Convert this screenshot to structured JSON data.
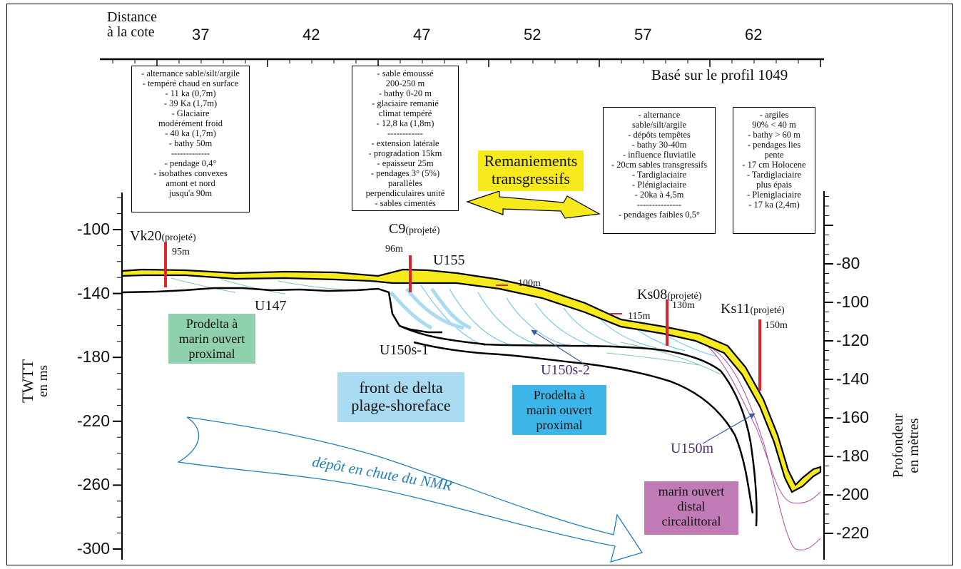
{
  "top_axis": {
    "label_line1": "Distance",
    "label_line2": "à la cote",
    "ticks": [
      "37",
      "42",
      "47",
      "52",
      "57",
      "62"
    ],
    "source": "Basé sur le profil 1049"
  },
  "left_axis": {
    "label_line1": "TWTT",
    "label_line2": "en ms",
    "ticks": [
      "-100",
      "-140",
      "-180",
      "-220",
      "-260",
      "-300"
    ]
  },
  "right_axis": {
    "label_line1": "Profondeur",
    "label_line2": "en mètres",
    "ticks": [
      "-80",
      "-100",
      "-120",
      "-140",
      "-160",
      "-180",
      "-200",
      "-220"
    ]
  },
  "notes": [
    {
      "lines": [
        "- alternance sable/silt/argile",
        "- tempéré chaud en surface",
        "- 11 ka (0,7m)",
        "- 39 Ka (1,7m)",
        "- Glaciaire",
        "modérément froid",
        "- 40 ka (1,7m)",
        "- bathy 50m",
        "-------------",
        "- pendage 0,4°",
        "- isobathes convexes",
        "amont et nord",
        "jusqu'a 90m"
      ]
    },
    {
      "lines": [
        "- sable émoussé",
        "200-250   m",
        "- bathy 0-20 m",
        "- glaciaire remanié",
        "climat tempéré",
        "- 12,8 ka (1,8m)",
        "------------",
        "- extension latérale",
        "- progradation 15km",
        "- epaisseur 25m",
        "- pendages 3° (5%)",
        "parallèles",
        "perpendiculaires unité",
        "- sables cimentés"
      ]
    },
    {
      "lines": [
        "- alternance",
        "sable/silt/argile",
        "- dépôts tempêtes",
        "- bathy 30-40m",
        "- influence fluviatile",
        "- 20cm sables transgressifs",
        "- Tardiglaciaire",
        "- Pléniglaciaire",
        "- 20ka à 4,5m",
        "---------------",
        "- pendages faibles 0,5°"
      ]
    },
    {
      "lines": [
        "- argiles",
        "90% < 40   m",
        "- bathy > 60 m",
        "- pendages lies",
        "pente",
        "- 17 cm Holocene",
        "- Tardiglaciaire",
        "plus épais",
        "- Pleniglaciaire",
        "- 17 ka  (2,4m)"
      ]
    }
  ],
  "callouts": {
    "remaniements_line1": "Remaniements",
    "remaniements_line2": "transgressifs",
    "nmr_arrow": "dépôt en chute du NMR"
  },
  "facies": {
    "prodelta_proximal_left": [
      "Prodelta à",
      "marin ouvert",
      "proximal"
    ],
    "front_delta": [
      "front de delta",
      "plage-shoreface"
    ],
    "prodelta_proximal_right": [
      "Prodelta à",
      "marin ouvert",
      "proximal"
    ],
    "marin_distal": [
      "marin ouvert",
      "distal",
      "circalittoral"
    ]
  },
  "units": {
    "u155": "U155",
    "u147": "U147",
    "u150s1": "U150s-1",
    "u150s2": "U150s-2",
    "u150m": "U150m"
  },
  "wells": [
    {
      "name": "Vk20",
      "note": "(projeté)",
      "depth": "95m"
    },
    {
      "name": "C9",
      "note": "(projeté)",
      "depth": "96m"
    },
    {
      "name": "Ks08",
      "note": "(projeté)",
      "depth": "130m"
    },
    {
      "name": "Ks11",
      "note": "(projeté)",
      "depth": "150m"
    }
  ],
  "depth_markers": [
    "100m",
    "115m"
  ],
  "colors": {
    "u155_fill": "#f7ea1c",
    "prodelta_green": "#8fd1ad",
    "front_delta_blue": "#a9dcf2",
    "prodelta_blue": "#3cb6e8",
    "distal_purple": "#c07ab6",
    "well_red": "#e0242b",
    "clinoform_blue": "#5fc0e8",
    "nmr_arrow": "#1f7fb8",
    "u150_labels": "#4a2a6a"
  }
}
